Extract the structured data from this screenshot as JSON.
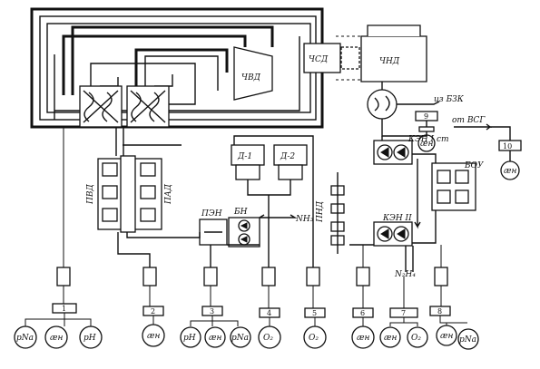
{
  "labels": {
    "csd": "ЧСД",
    "cnd": "ЧНД",
    "cvd": "ЧВД",
    "from_bzk": "из БЗК",
    "from_vsg": "от ВСГ",
    "kein": "КЭН I ст",
    "boy": "БОУ",
    "kein2": "КЭН II",
    "pvd": "ПВД",
    "pad": "ПАД",
    "pen": "ПЭН",
    "bn": "БН",
    "nh3": "NH₃",
    "d1": "Д-1",
    "d2": "Д-2",
    "pnd": "ПНД",
    "n2h4": "N₂H₄"
  },
  "stations": [
    {
      "num": "1",
      "instruments": [
        "pNa",
        "æн",
        "pH"
      ]
    },
    {
      "num": "2",
      "instruments": [
        "æн"
      ]
    },
    {
      "num": "3",
      "instruments": [
        "pH",
        "æн",
        "pNa"
      ]
    },
    {
      "num": "4",
      "instruments": [
        "O₂"
      ]
    },
    {
      "num": "5",
      "instruments": [
        "O₂"
      ]
    },
    {
      "num": "6",
      "instruments": [
        "æн"
      ]
    },
    {
      "num": "7",
      "instruments": [
        "æн",
        "O₂"
      ]
    },
    {
      "num": "8",
      "instruments": [
        "æн",
        "pNa"
      ]
    },
    {
      "num": "9",
      "instruments": [
        "æн"
      ]
    },
    {
      "num": "10",
      "instruments": [
        "æн"
      ]
    }
  ]
}
